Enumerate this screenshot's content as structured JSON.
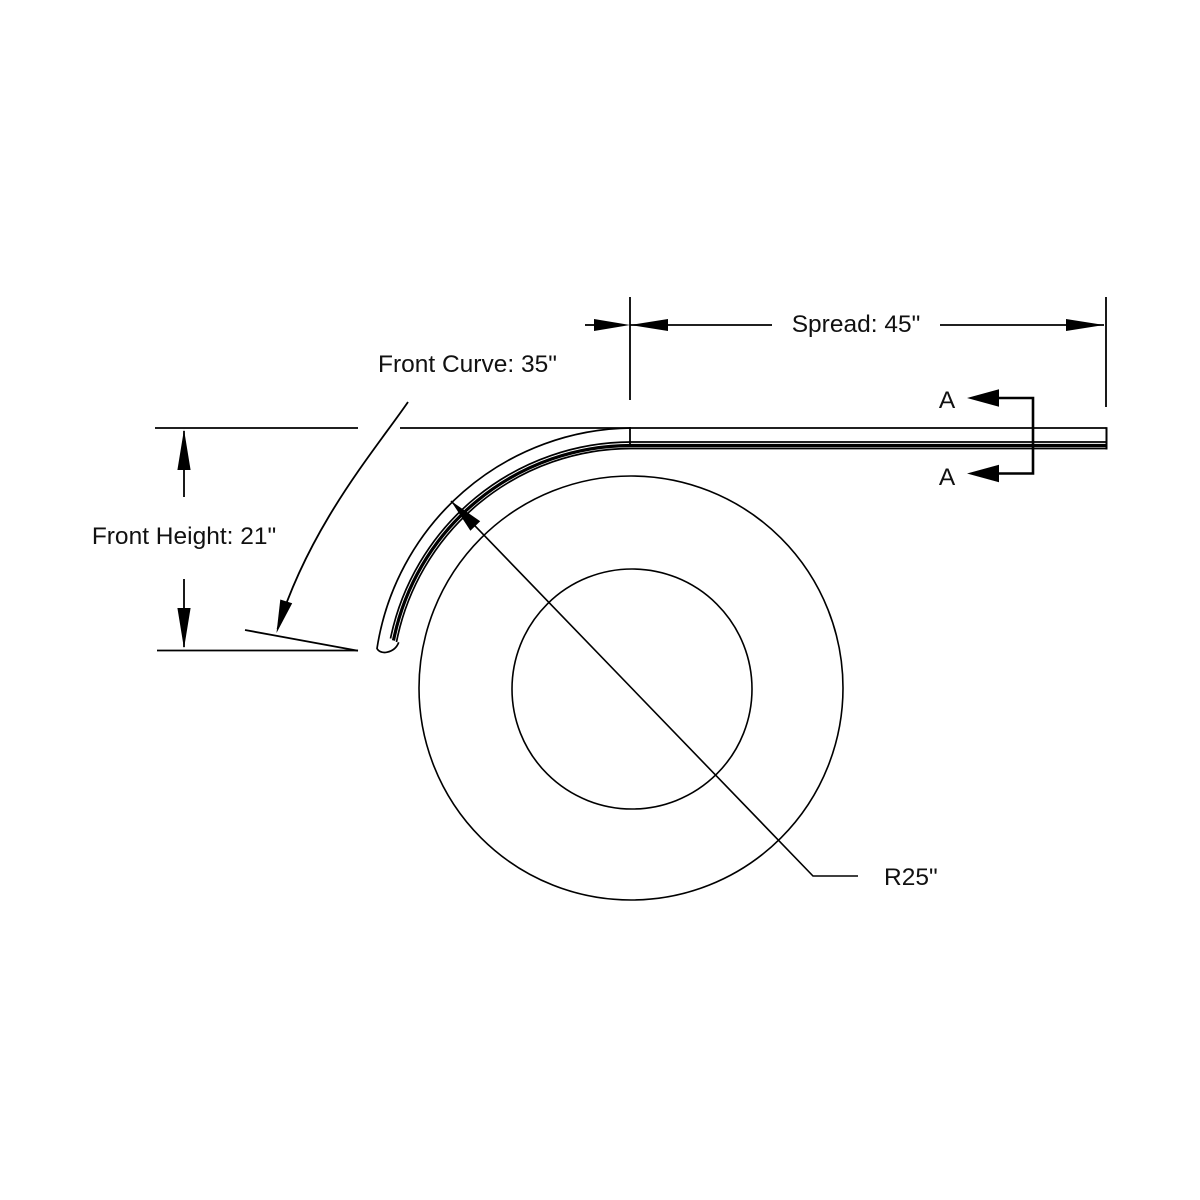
{
  "page": {
    "background": "#ffffff"
  },
  "drawing": {
    "stroke_color": "#000000",
    "text_color": "#111111",
    "labels": {
      "front_curve": "Front Curve: 35\"",
      "front_height": "Front Height: 21\"",
      "spread": "Spread: 45\"",
      "radius": "R25\"",
      "section_top": "A",
      "section_bottom": "A"
    },
    "values": {
      "front_curve_inches": 35,
      "front_height_inches": 21,
      "spread_inches": 45,
      "radius_inches": 25
    }
  }
}
